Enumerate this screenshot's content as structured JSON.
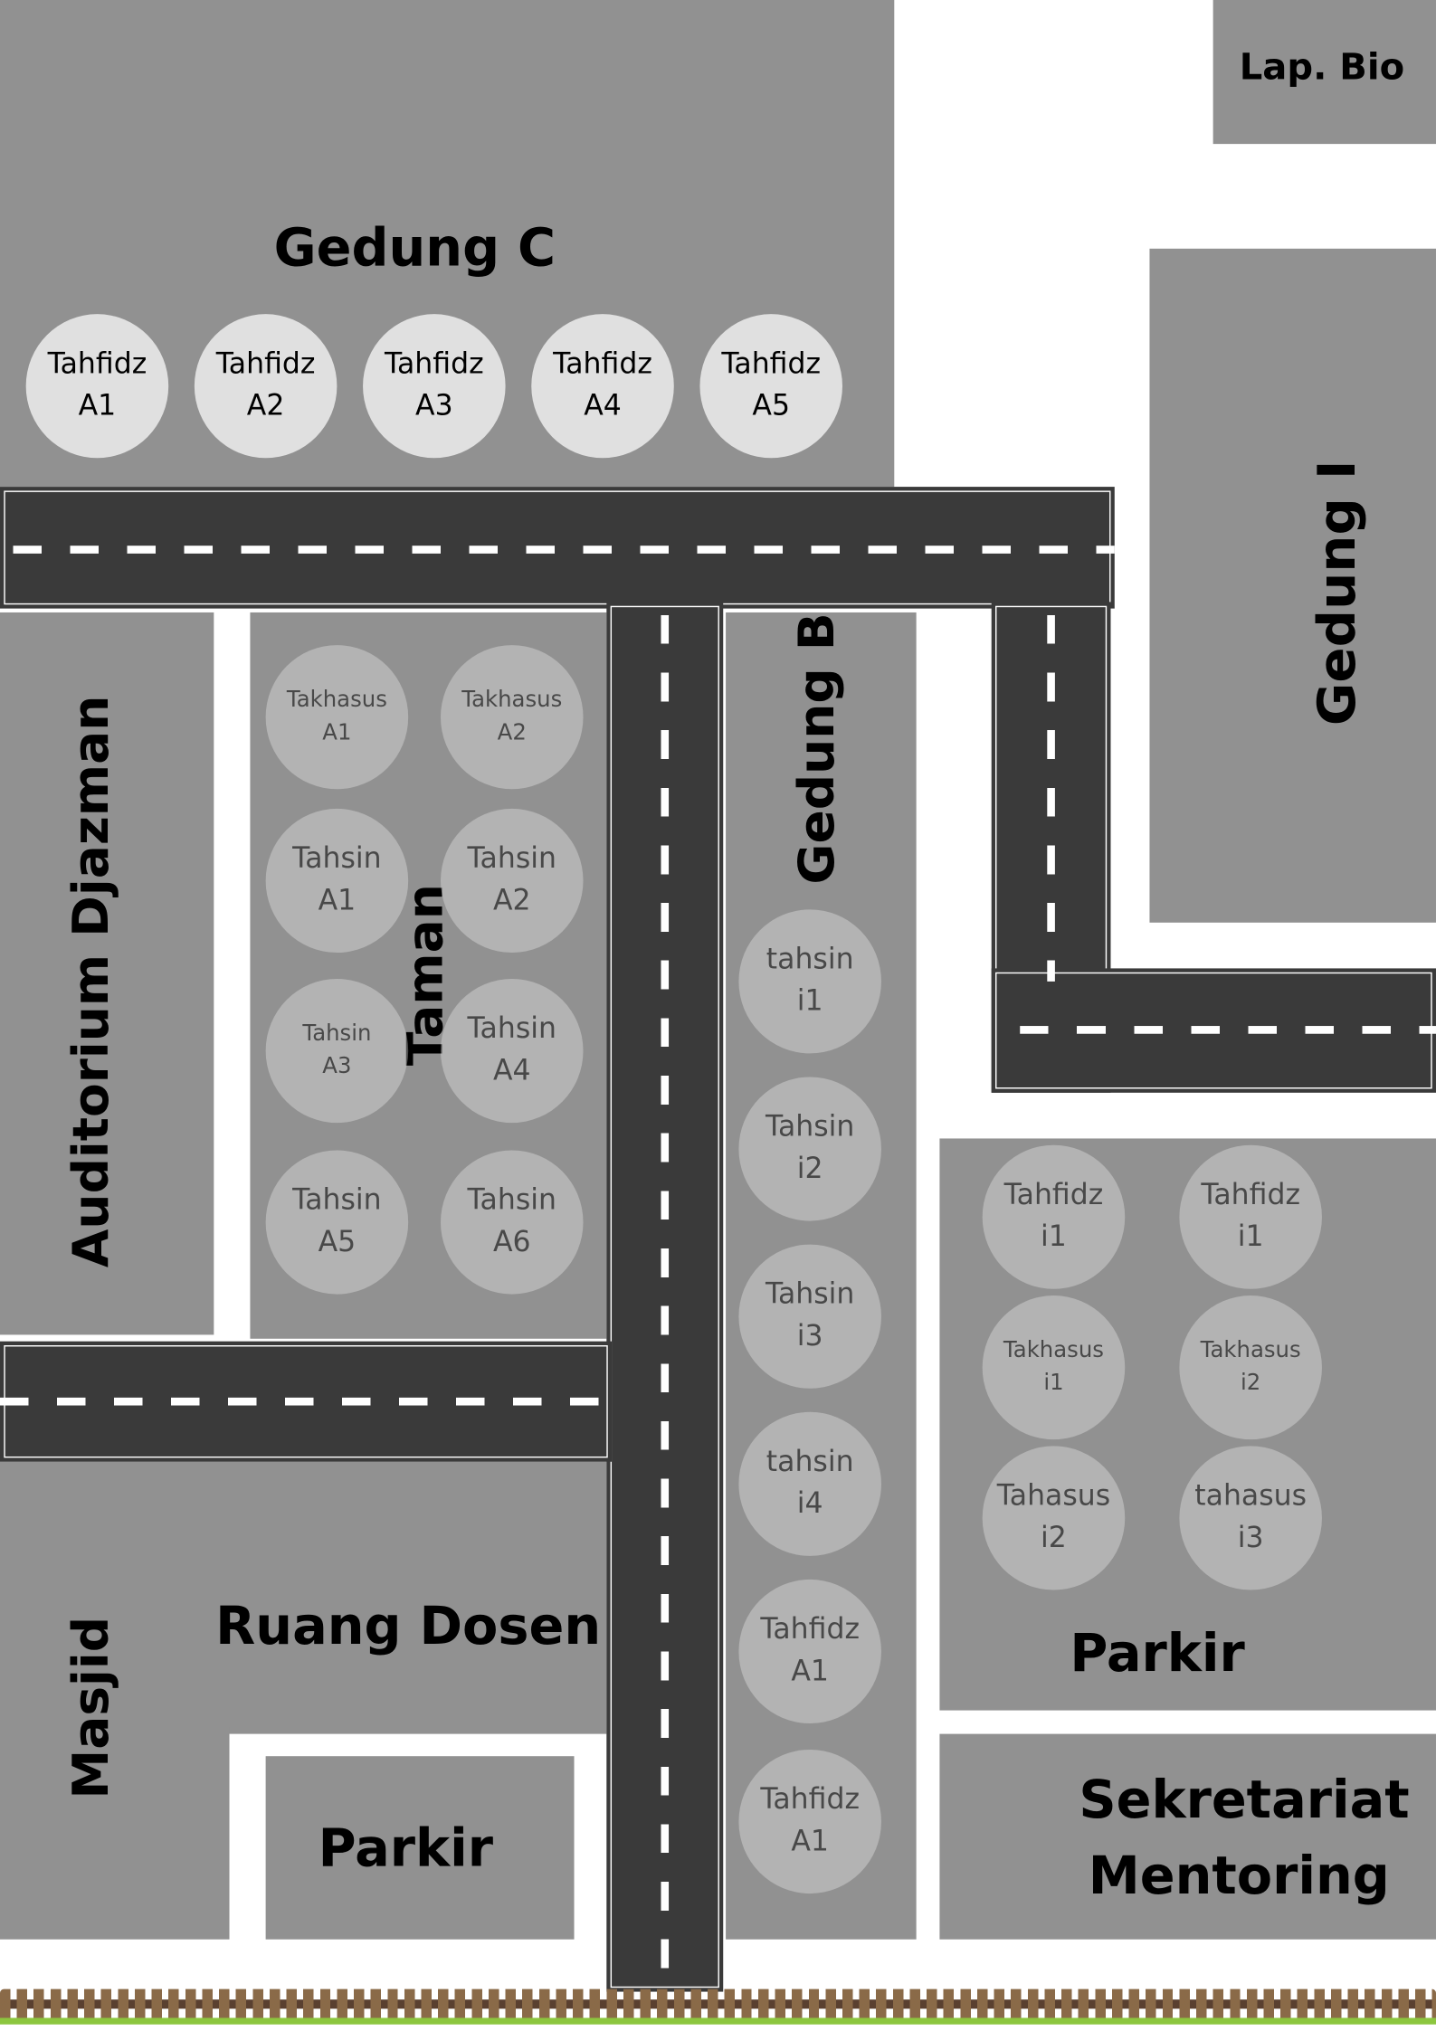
{
  "buildings": {
    "gedung_c": "Gedung C",
    "lap_bio": "Lap. Bio",
    "gedung_i": "Gedung I",
    "auditorium": "Auditorium Djazman",
    "taman": "Taman",
    "gedung_b": "Gedung B",
    "parkir_right": "Parkir",
    "ruang_dosen": "Ruang Dosen",
    "masjid": "Masjid",
    "parkir_left": "Parkir",
    "sekretariat_line1": "Sekretariat",
    "sekretariat_line2": "Mentoring"
  },
  "gedung_c_rooms": [
    [
      "Tahfidz",
      "A1"
    ],
    [
      "Tahfidz",
      "A2"
    ],
    [
      "Tahfidz",
      "A3"
    ],
    [
      "Tahfidz",
      "A4"
    ],
    [
      "Tahfidz",
      "A5"
    ]
  ],
  "taman_rooms": [
    [
      "Takhasus",
      "A1"
    ],
    [
      "Takhasus",
      "A2"
    ],
    [
      "Tahsin",
      "A1"
    ],
    [
      "Tahsin",
      "A2"
    ],
    [
      "Tahsin",
      "A3"
    ],
    [
      "Tahsin",
      "A4"
    ],
    [
      "Tahsin",
      "A5"
    ],
    [
      "Tahsin",
      "A6"
    ]
  ],
  "gedung_b_rooms": [
    [
      "tahsin",
      "i1"
    ],
    [
      "Tahsin",
      "i2"
    ],
    [
      "Tahsin",
      "i3"
    ],
    [
      "tahsin",
      "i4"
    ],
    [
      "Tahfidz",
      "A1"
    ],
    [
      "Tahfidz",
      "A1"
    ]
  ],
  "parkir_rooms": [
    [
      "Tahfidz",
      "i1"
    ],
    [
      "Tahfidz",
      "i1"
    ],
    [
      "Takhasus",
      "i1"
    ],
    [
      "Takhasus",
      "i2"
    ],
    [
      "Tahasus",
      "i2"
    ],
    [
      "tahasus",
      "i3"
    ]
  ],
  "colors": {
    "building": "#919191",
    "road": "#3a3a3a",
    "circle_top": "#e0e0e0"
  }
}
